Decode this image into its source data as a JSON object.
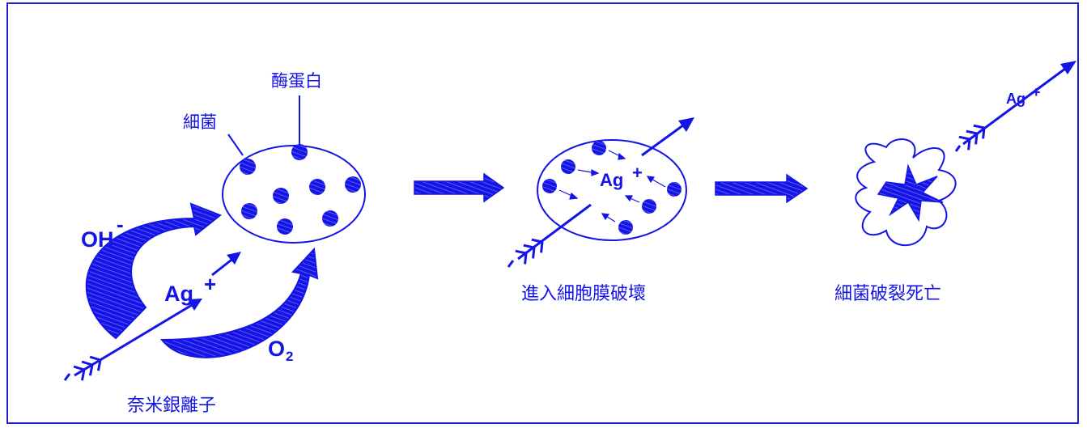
{
  "colors": {
    "ink": "#1414e6",
    "frame": "#1e1ed2",
    "background": "#ffffff"
  },
  "labels": {
    "enzyme_protein": "酶蛋白",
    "bacteria": "細菌",
    "hydroxide": "OH",
    "hydroxide_charge": "-",
    "silver": "Ag",
    "silver_charge": "+",
    "oxygen": "O",
    "oxygen_subscript": "2",
    "nano_silver_ion": "奈米銀離子",
    "step2_caption": "進入細胞膜破壞",
    "step3_caption": "細菌破裂死亡"
  }
}
